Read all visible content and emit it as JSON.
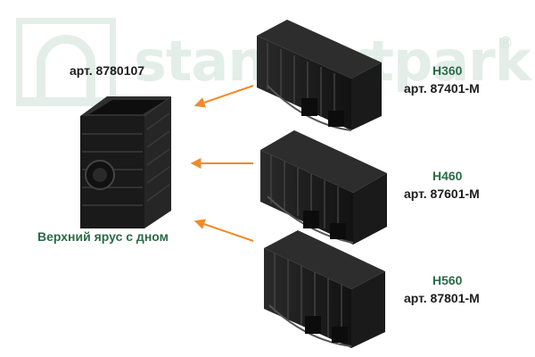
{
  "watermark": {
    "brand": "standartpark",
    "registered": "®"
  },
  "base_unit": {
    "article": "арт. 8780107",
    "caption": "Верхний ярус с дном"
  },
  "channels": [
    {
      "height_code": "H360",
      "article": "арт. 87401-M"
    },
    {
      "height_code": "H460",
      "article": "арт. 87601-M"
    },
    {
      "height_code": "H560",
      "article": "арт. 87801-M"
    }
  ],
  "colors": {
    "arrow": "#f08a2a",
    "green_text": "#2b6b46",
    "product": "#1f1f1f",
    "watermark": "#e3eee8"
  }
}
